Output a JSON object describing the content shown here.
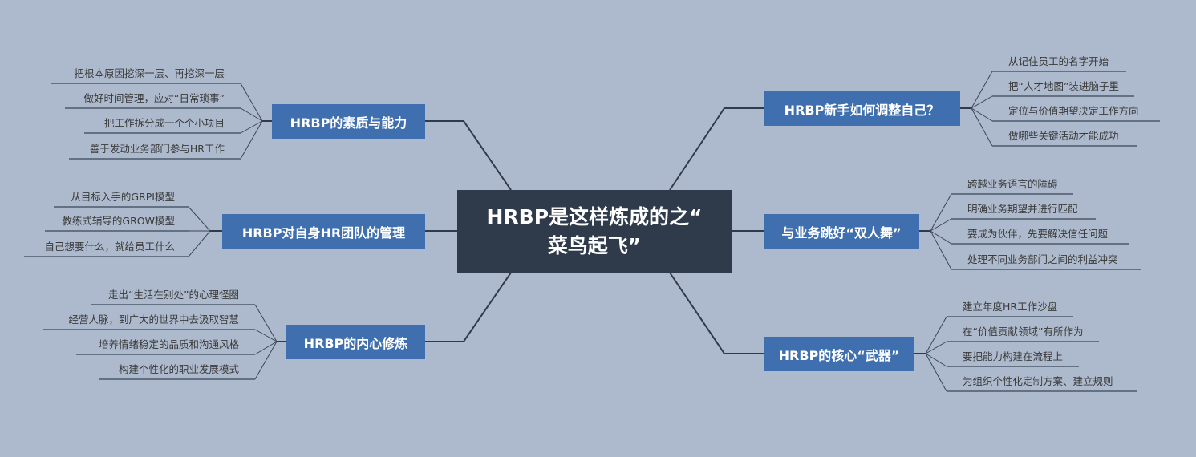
{
  "title": "HRBP是这样炼成的之“\n菜鸟起飞”",
  "branches": [
    {
      "label": "HRBP的素质与能力",
      "leaves": [
        "把根本原因挖深一层、再挖深一层",
        "做好时间管理，应对“日常琐事”",
        "把工作拆分成一个个小项目",
        "善于发动业务部门参与HR工作"
      ]
    },
    {
      "label": "HRBP对自身HR团队的管理",
      "leaves": [
        "从目标入手的GRPI模型",
        "教练式辅导的GROW模型",
        "自己想要什么，就给员工什么"
      ]
    },
    {
      "label": "HRBP的内心修炼",
      "leaves": [
        "走出“生活在别处”的心理怪圈",
        "经营人脉，到广大的世界中去汲取智慧",
        "培养情绪稳定的品质和沟通风格",
        "构建个性化的职业发展模式"
      ]
    },
    {
      "label": "HRBP新手如何调整自己？",
      "leaves": [
        "从记住员工的名字开始",
        "把“人才地图”装进脑子里",
        "定位与价值期望决定工作方向",
        "做哪些关键活动才能成功"
      ]
    },
    {
      "label": "与业务跳好“双人舞”",
      "leaves": [
        "跨越业务语言的障碍",
        "明确业务期望并进行匹配",
        "要成为伙伴，先要解决信任问题",
        "处理不同业务部门之间的利益冲突"
      ]
    },
    {
      "label": "HRBP的核心“武器”",
      "leaves": [
        "建立年度HR工作沙盘",
        "在“价值贡献领域”有所作为",
        "要把能力构建在流程上",
        "为组织个性化定制方案、建立规则"
      ]
    }
  ]
}
